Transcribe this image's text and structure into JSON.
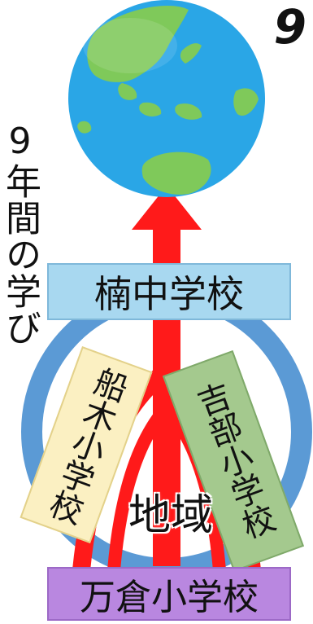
{
  "corner_number": "9",
  "side_title": "9年間の学び",
  "schools": {
    "top": "楠中学校",
    "left": "船木小学校",
    "right": "吉部小学校",
    "bottom": "万倉小学校"
  },
  "region": "地域",
  "colors": {
    "arrow": "#ff1a1a",
    "ring": "#5b9ad5",
    "ocean": "#2aa6e6",
    "land": "#7fc95a",
    "top_box": "#a8d8f0",
    "bottom_box": "#b987e0",
    "left_box": "#fbf0c2",
    "right_box": "#a4c98e"
  },
  "icons": [
    "globe-icon",
    "upward-arrow"
  ]
}
